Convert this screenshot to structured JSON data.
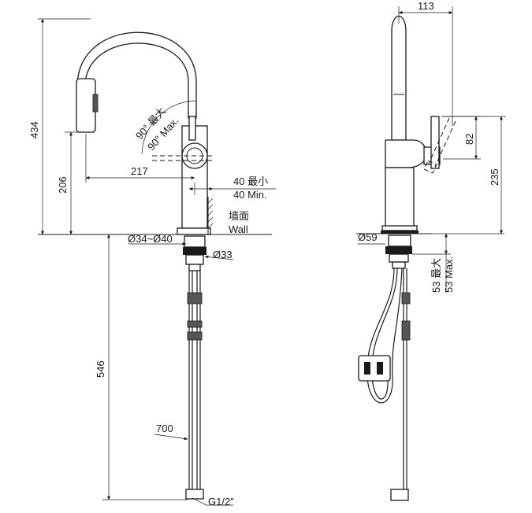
{
  "front_view": {
    "dim_height_total": "434",
    "dim_height_spout": "206",
    "dim_reach": "217",
    "dim_wall_min_cn": "40 最小",
    "dim_wall_min_en": "40 Min.",
    "wall_label_cn": "墙面",
    "wall_label_en": "Wall",
    "handle_angle_cn": "90° 最大",
    "handle_angle_en": "90° Max.",
    "dim_base_diameter": "Ø34~Ø40",
    "dim_shank_diameter": "Ø33",
    "dim_below_counter": "546",
    "dim_hose_length": "700",
    "dim_thread": "G1/2″"
  },
  "side_view": {
    "dim_spout_offset": "113",
    "dim_handle_height": "82",
    "dim_body_height": "235",
    "dim_base_diameter": "Ø59",
    "dim_counter_max_cn": "53 最大",
    "dim_counter_max_en": "53 Max."
  }
}
